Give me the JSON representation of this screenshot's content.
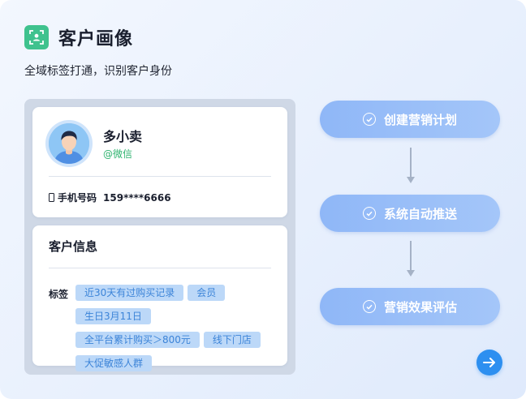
{
  "header": {
    "title": "客户画像",
    "subtitle": "全域标签打通，识别客户身份",
    "icon": "scan-user-icon",
    "icon_color": "#3fc28e"
  },
  "profile": {
    "name": "多小卖",
    "channel": "@微信",
    "channel_color": "#2fb36f",
    "phone_label": "手机号码",
    "phone_value": "159****6666"
  },
  "info": {
    "title": "客户信息",
    "tags_label": "标签",
    "tags": [
      "近30天有过购买记录",
      "会员",
      "生日3月11日",
      "全平台累计购买＞800元",
      "线下门店",
      "大促敏感人群"
    ]
  },
  "steps": [
    {
      "label": "创建营销计划"
    },
    {
      "label": "系统自动推送"
    },
    {
      "label": "营销效果评估"
    }
  ],
  "colors": {
    "step_gradient_start": "#8fb7f7",
    "step_gradient_end": "#a4c6f9",
    "tag_bg": "#bcd8f8",
    "tag_text": "#3c84d8",
    "next_button": "#2d8ff0"
  }
}
